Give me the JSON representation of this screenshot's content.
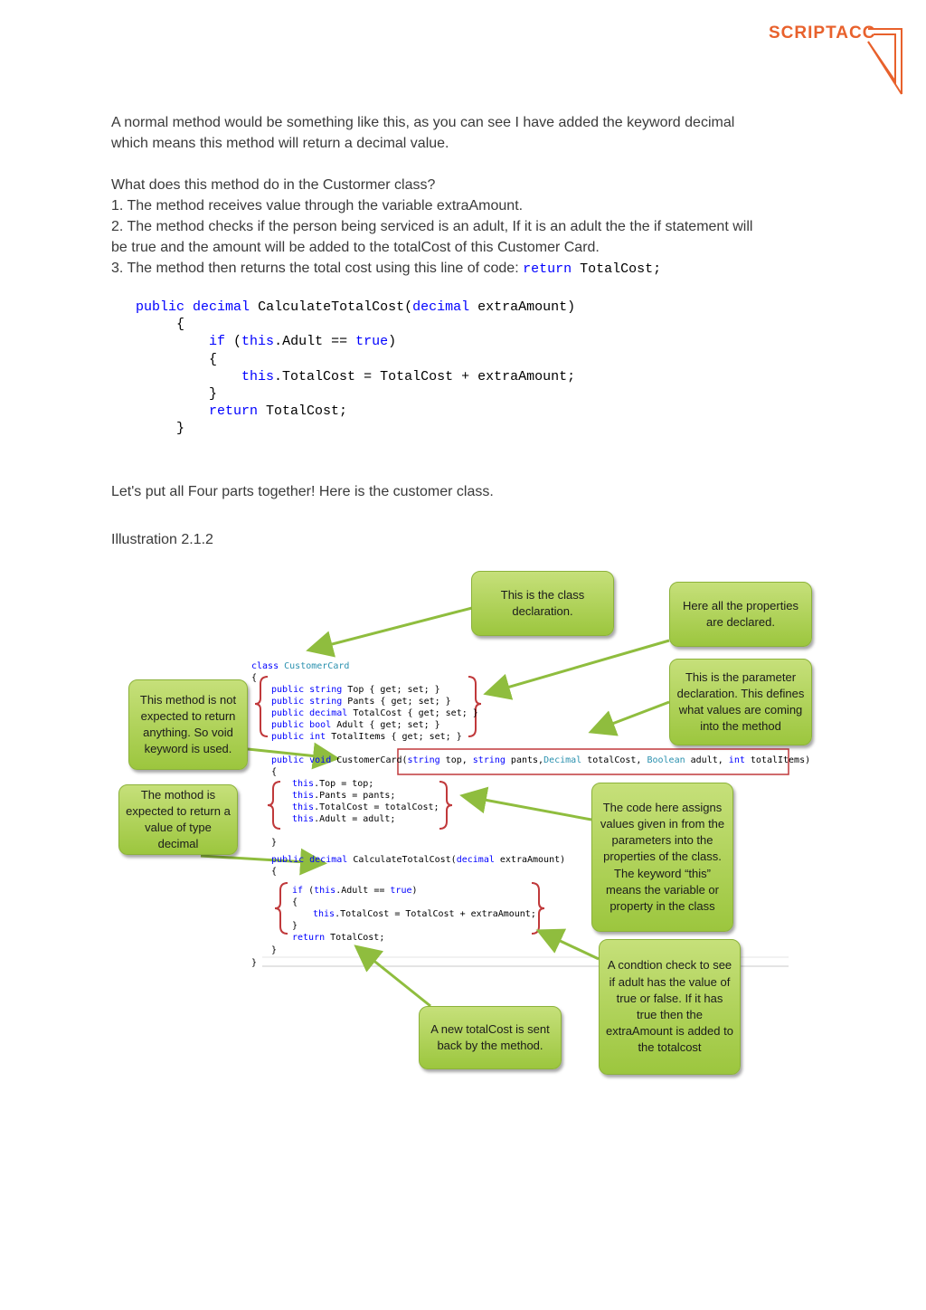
{
  "brand": {
    "name": "SCRIPTACC",
    "color": "#e8612c"
  },
  "intro": {
    "line1": "A normal method would be something like this, as you can see I have added the keyword decimal",
    "line2": "which means this method will return a decimal value."
  },
  "steps": {
    "question": "What does this method do in the Custormer class?",
    "step1": "1. The method receives value through the variable extraAmount.",
    "step2a": "2. The method checks if the person being serviced is an adult, If it is an adult the the if statement will",
    "step2b": "be true and the amount will be added to the totalCost of this Customer Card.",
    "step3_prefix": "3. The method then returns the total cost using this line of code: ",
    "step3_code_kw": "return",
    "step3_code_rest": " TotalCost;"
  },
  "code_block": {
    "l1_kw1": "public",
    "l1_kw2": "decimal",
    "l1_mid": "CalculateTotalCost(",
    "l1_kw3": "decimal",
    "l1_end": "extraAmount)",
    "l2": "{",
    "l3_kw": "if",
    "l3_a": " (",
    "l3_this": "this",
    "l3_b": ".Adult == ",
    "l3_true": "true",
    "l3_c": ")",
    "l4": "{",
    "l5_this": "this",
    "l5_rest": ".TotalCost = TotalCost + extraAmount;",
    "l6": "}",
    "l7_kw": "return",
    "l7_rest": " TotalCost;",
    "l8": "}"
  },
  "together": "Let's put all Four  parts together! Here is the customer class.",
  "illustration_label": "Illustration 2.1.2",
  "illustration": {
    "code_lines": {
      "c1_kw": "class",
      "c1_type": "CustomerCard",
      "c2": "{",
      "p1_kw": "public string",
      "p1_rest": " Top { get; set; }",
      "p2_kw": "public string",
      "p2_rest": " Pants { get; set; }",
      "p3_kw": "public decimal",
      "p3_rest": " TotalCost { get; set; }",
      "p4_kw": "public bool",
      "p4_rest": " Adult { get; set; }",
      "p5_kw": "public int",
      "p5_rest": " TotalItems { get; set; }",
      "ctor_kw": "public void",
      "ctor_a": " CustomerCard(",
      "ctor_kw2": "string",
      "ctor_b": " top, ",
      "ctor_kw3": "string",
      "ctor_c": " pants,",
      "ctor_t1": "Decimal",
      "ctor_d": " totalCost, ",
      "ctor_t2": "Boolean",
      "ctor_e": " adult, ",
      "ctor_kw4": "int",
      "ctor_f": " totalItems)",
      "ob1": "{",
      "a1_this": "this",
      "a1_rest": ".Top = top;",
      "a2_this": "this",
      "a2_rest": ".Pants = pants;",
      "a3_this": "this",
      "a3_rest": ".TotalCost = totalCost;",
      "a4_this": "this",
      "a4_rest": ".Adult = adult;",
      "cb1": "}",
      "m_kw": "public decimal",
      "m_a": " CalculateTotalCost(",
      "m_kw2": "decimal",
      "m_b": " extraAmount)",
      "ob2": "{",
      "if_kw": "if",
      "if_a": " (",
      "if_this": "this",
      "if_b": ".Adult == ",
      "if_true": "true",
      "if_c": ")",
      "ob3": "{",
      "as_this": "this",
      "as_rest": ".TotalCost = TotalCost + extraAmount;",
      "cb3": "}",
      "ret_kw": "return",
      "ret_rest": " TotalCost;",
      "cb2": "}",
      "cb_end": "}"
    },
    "callouts": {
      "class_decl": "This is the class declaration.",
      "properties": "Here all the properties are declared.",
      "parameter": "This is the parameter declaration. This defines what values are coming into the method",
      "void_method": "This method is not expected to return anything. So void keyword is used.",
      "decimal_method": "The mothod is expected to return a value of type decimal",
      "assign_code": "The code here assigns values given in from the parameters into the properties of the class. The keyword “this” means the variable or property in the class",
      "condition": "A condtion check to see if adult has the value of true or false. If it has true then the extraAmount is added to the totalcost",
      "return_note": "A new totalCost is sent back by the method."
    }
  }
}
